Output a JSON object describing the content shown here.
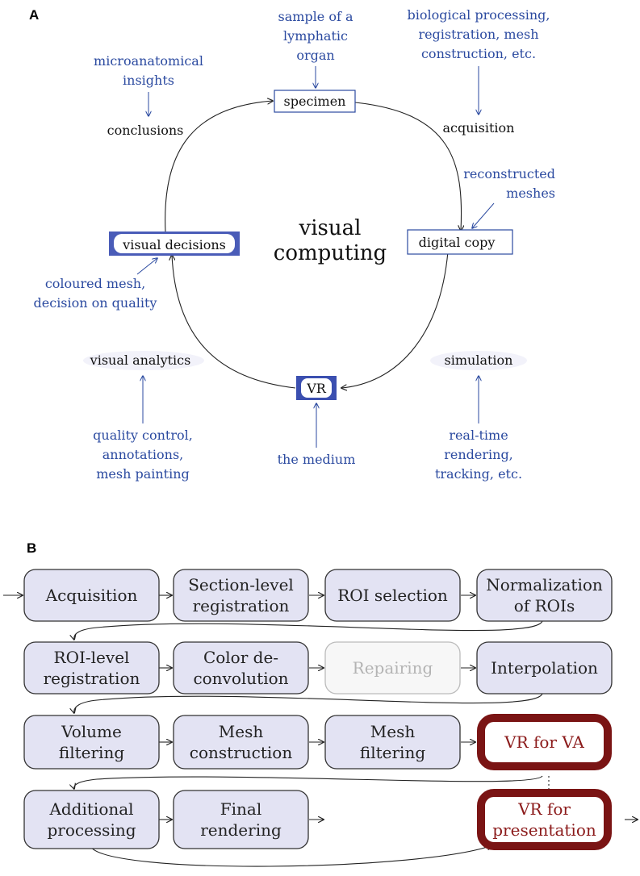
{
  "panel_a": {
    "label": "A",
    "center_line1": "visual",
    "center_line2": "computing",
    "nodes": {
      "specimen": "specimen",
      "acquisition": "acquisition",
      "digital_copy": "digital copy",
      "simulation": "simulation",
      "vr": "VR",
      "visual_analytics": "visual analytics",
      "visual_decisions": "visual decisions",
      "conclusions": "conclusions"
    },
    "notes": {
      "specimen": [
        "sample of a",
        "lymphatic",
        "organ"
      ],
      "acquisition": [
        "biological processing,",
        "registration, mesh",
        "construction, etc."
      ],
      "digital_copy": [
        "reconstructed",
        "meshes"
      ],
      "simulation": [
        "real-time",
        "rendering,",
        "tracking, etc."
      ],
      "vr": [
        "the medium"
      ],
      "visual_analytics": [
        "quality control,",
        "annotations,",
        "mesh painting"
      ],
      "visual_decisions": [
        "coloured mesh,",
        "decision on quality"
      ],
      "conclusions": [
        "microanatomical",
        "insights"
      ]
    },
    "colors": {
      "annotation": "#2b4aa0",
      "box_border": "#2b4aa0",
      "box_fill": "#4a5cb8"
    }
  },
  "panel_b": {
    "label": "B",
    "colors": {
      "box_fill": "#e3e3f3",
      "box_border": "#333333",
      "faded": "#bbbbbb",
      "vr_border": "#7a1414",
      "vr_text": "#8b1a1a"
    },
    "rows": [
      [
        {
          "lines": [
            "Acquisition"
          ]
        },
        {
          "lines": [
            "Section-level",
            "registration"
          ]
        },
        {
          "lines": [
            "ROI selection"
          ]
        },
        {
          "lines": [
            "Normalization",
            "of ROIs"
          ]
        }
      ],
      [
        {
          "lines": [
            "ROI-level",
            "registration"
          ]
        },
        {
          "lines": [
            "Color de-",
            "convolution"
          ]
        },
        {
          "lines": [
            "Repairing"
          ]
        },
        {
          "lines": [
            "Interpolation"
          ]
        }
      ],
      [
        {
          "lines": [
            "Volume",
            "filtering"
          ]
        },
        {
          "lines": [
            "Mesh",
            "construction"
          ]
        },
        {
          "lines": [
            "Mesh",
            "filtering"
          ]
        },
        {
          "lines": [
            "VR for VA"
          ]
        }
      ],
      [
        {
          "lines": [
            "Additional",
            "processing"
          ]
        },
        {
          "lines": [
            "Final",
            "rendering"
          ]
        },
        {
          "lines": [
            "VR for",
            "presentation"
          ]
        }
      ]
    ]
  }
}
